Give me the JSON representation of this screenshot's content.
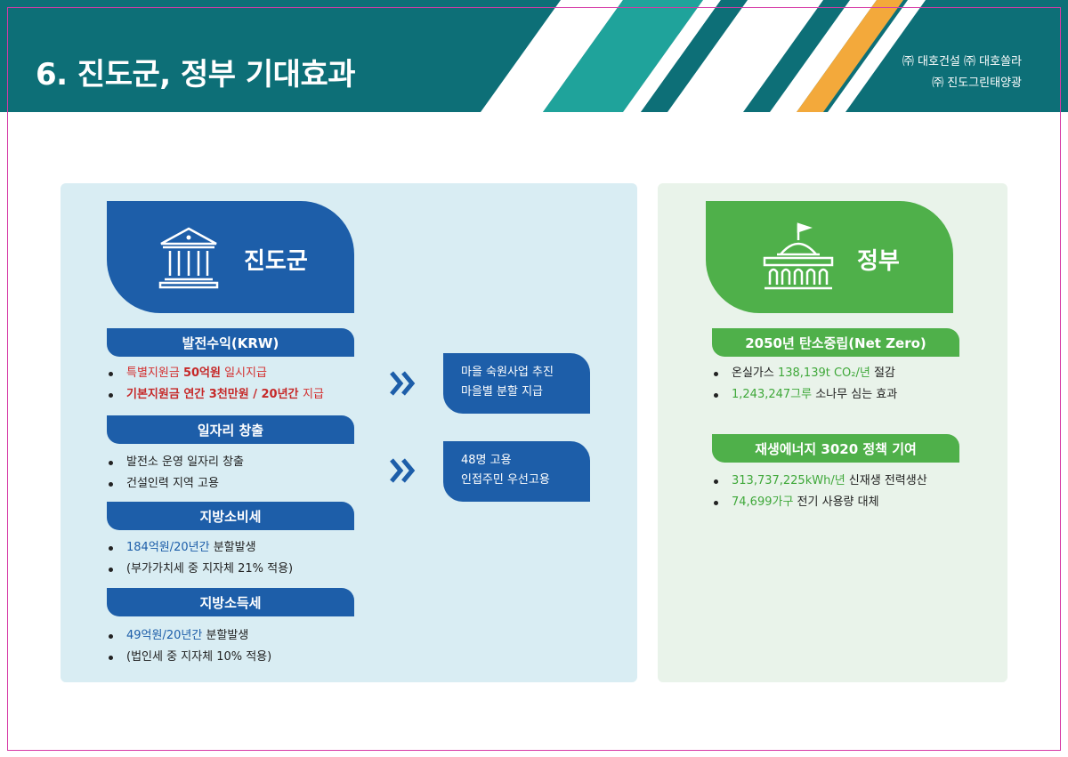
{
  "header": {
    "title": "6. 진도군, 정부 기대효과",
    "company_line1": "㈜ 대호건설  ㈜ 대호쏠라",
    "company_line2": "㈜ 진도그린태양광"
  },
  "left": {
    "badge_title": "진도군",
    "icon": "courthouse-icon",
    "sections": [
      {
        "title": "발전수익(KRW)",
        "bullets": [
          {
            "pre": "특별지원금 ",
            "hl": "50억원",
            "post": " 일시지급"
          },
          {
            "pre": "기본지원금 연간 3천만원 / 20년간 ",
            "hl": "",
            "post": "지급"
          }
        ]
      },
      {
        "title": "일자리 창출",
        "bullets": [
          {
            "text": "발전소 운영 일자리 창출"
          },
          {
            "text": "건설인력 지역 고용"
          }
        ]
      },
      {
        "title": "지방소비세",
        "bullets": [
          {
            "hl": "184억원/20년간",
            "post": " 분할발생"
          },
          {
            "text": "(부가가치세 중 지자체 21% 적용)"
          }
        ]
      },
      {
        "title": "지방소득세",
        "bullets": [
          {
            "hl": "49억원/20년간",
            "post": " 분할발생"
          },
          {
            "text": "(법인세 중 지자체 10% 적용)"
          }
        ]
      }
    ],
    "callouts": [
      {
        "line1": "마을 숙원사업 추진",
        "line2": "마을별 분할 지급"
      },
      {
        "line1": "48명 고용",
        "line2": "인접주민 우선고용"
      }
    ],
    "chevron": "»"
  },
  "right": {
    "badge_title": "정부",
    "icon": "capitol-building-icon",
    "sections": [
      {
        "title": "2050년 탄소중립(Net Zero)",
        "bullets": [
          {
            "pre": "온실가스 ",
            "hl": "138,139t CO₂/년",
            "post": " 절감"
          },
          {
            "hl": "1,243,247그루",
            "post": " 소나무 심는 효과"
          }
        ]
      },
      {
        "title": "재생에너지 3020 정책 기여",
        "bullets": [
          {
            "hl": "313,737,225kWh/년",
            "post": " 신재생 전력생산"
          },
          {
            "hl": "74,699가구",
            "post": " 전기 사용량 대체"
          }
        ]
      }
    ]
  },
  "colors": {
    "header_bg": "#0d6f77",
    "blue": "#1d5ea9",
    "green": "#4fb04a",
    "red": "#c62828",
    "orange": "#f3a93b",
    "light_blue_panel": "#d9edf3",
    "light_green_panel": "#e9f3ea"
  }
}
